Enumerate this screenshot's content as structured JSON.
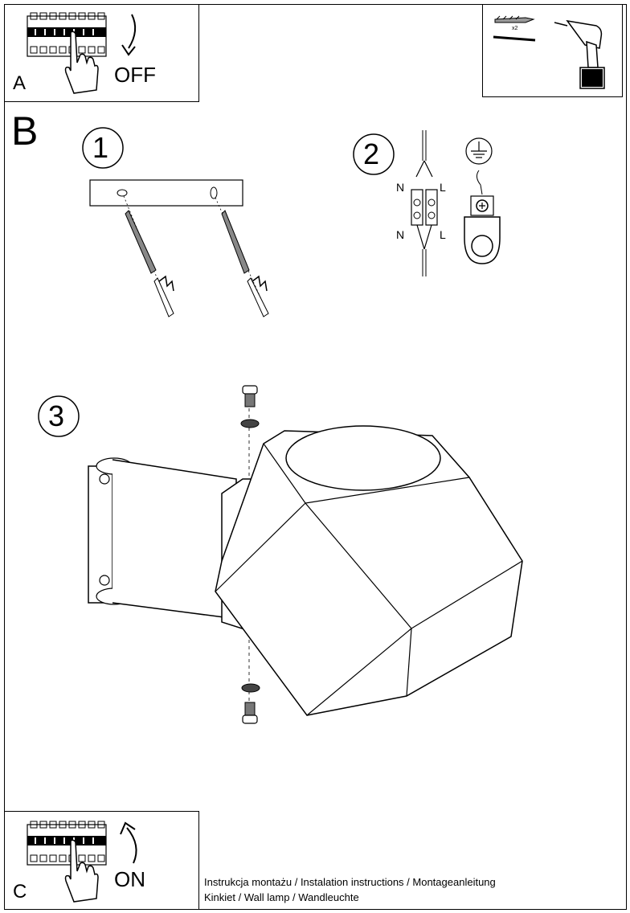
{
  "panel_a": {
    "letter": "A",
    "state": "OFF"
  },
  "section_b": {
    "letter": "B",
    "step1": "1",
    "step2": "2",
    "step3": "3"
  },
  "panel_c": {
    "letter": "C",
    "state": "ON"
  },
  "tools": {
    "quantity": "x2"
  },
  "wiring": {
    "neutral": "N",
    "live": "L"
  },
  "footer": {
    "line1": "Instrukcja montażu / Instalation instructions / Montageanleitung",
    "line2": "Kinkiet  / Wall lamp / Wandleuchte"
  },
  "icons": [
    "circuit-breaker-icon",
    "hand-icon",
    "arrow-icon",
    "wall-plug-icon",
    "screw-icon",
    "drill-icon",
    "ground-icon",
    "connector-block-icon"
  ]
}
